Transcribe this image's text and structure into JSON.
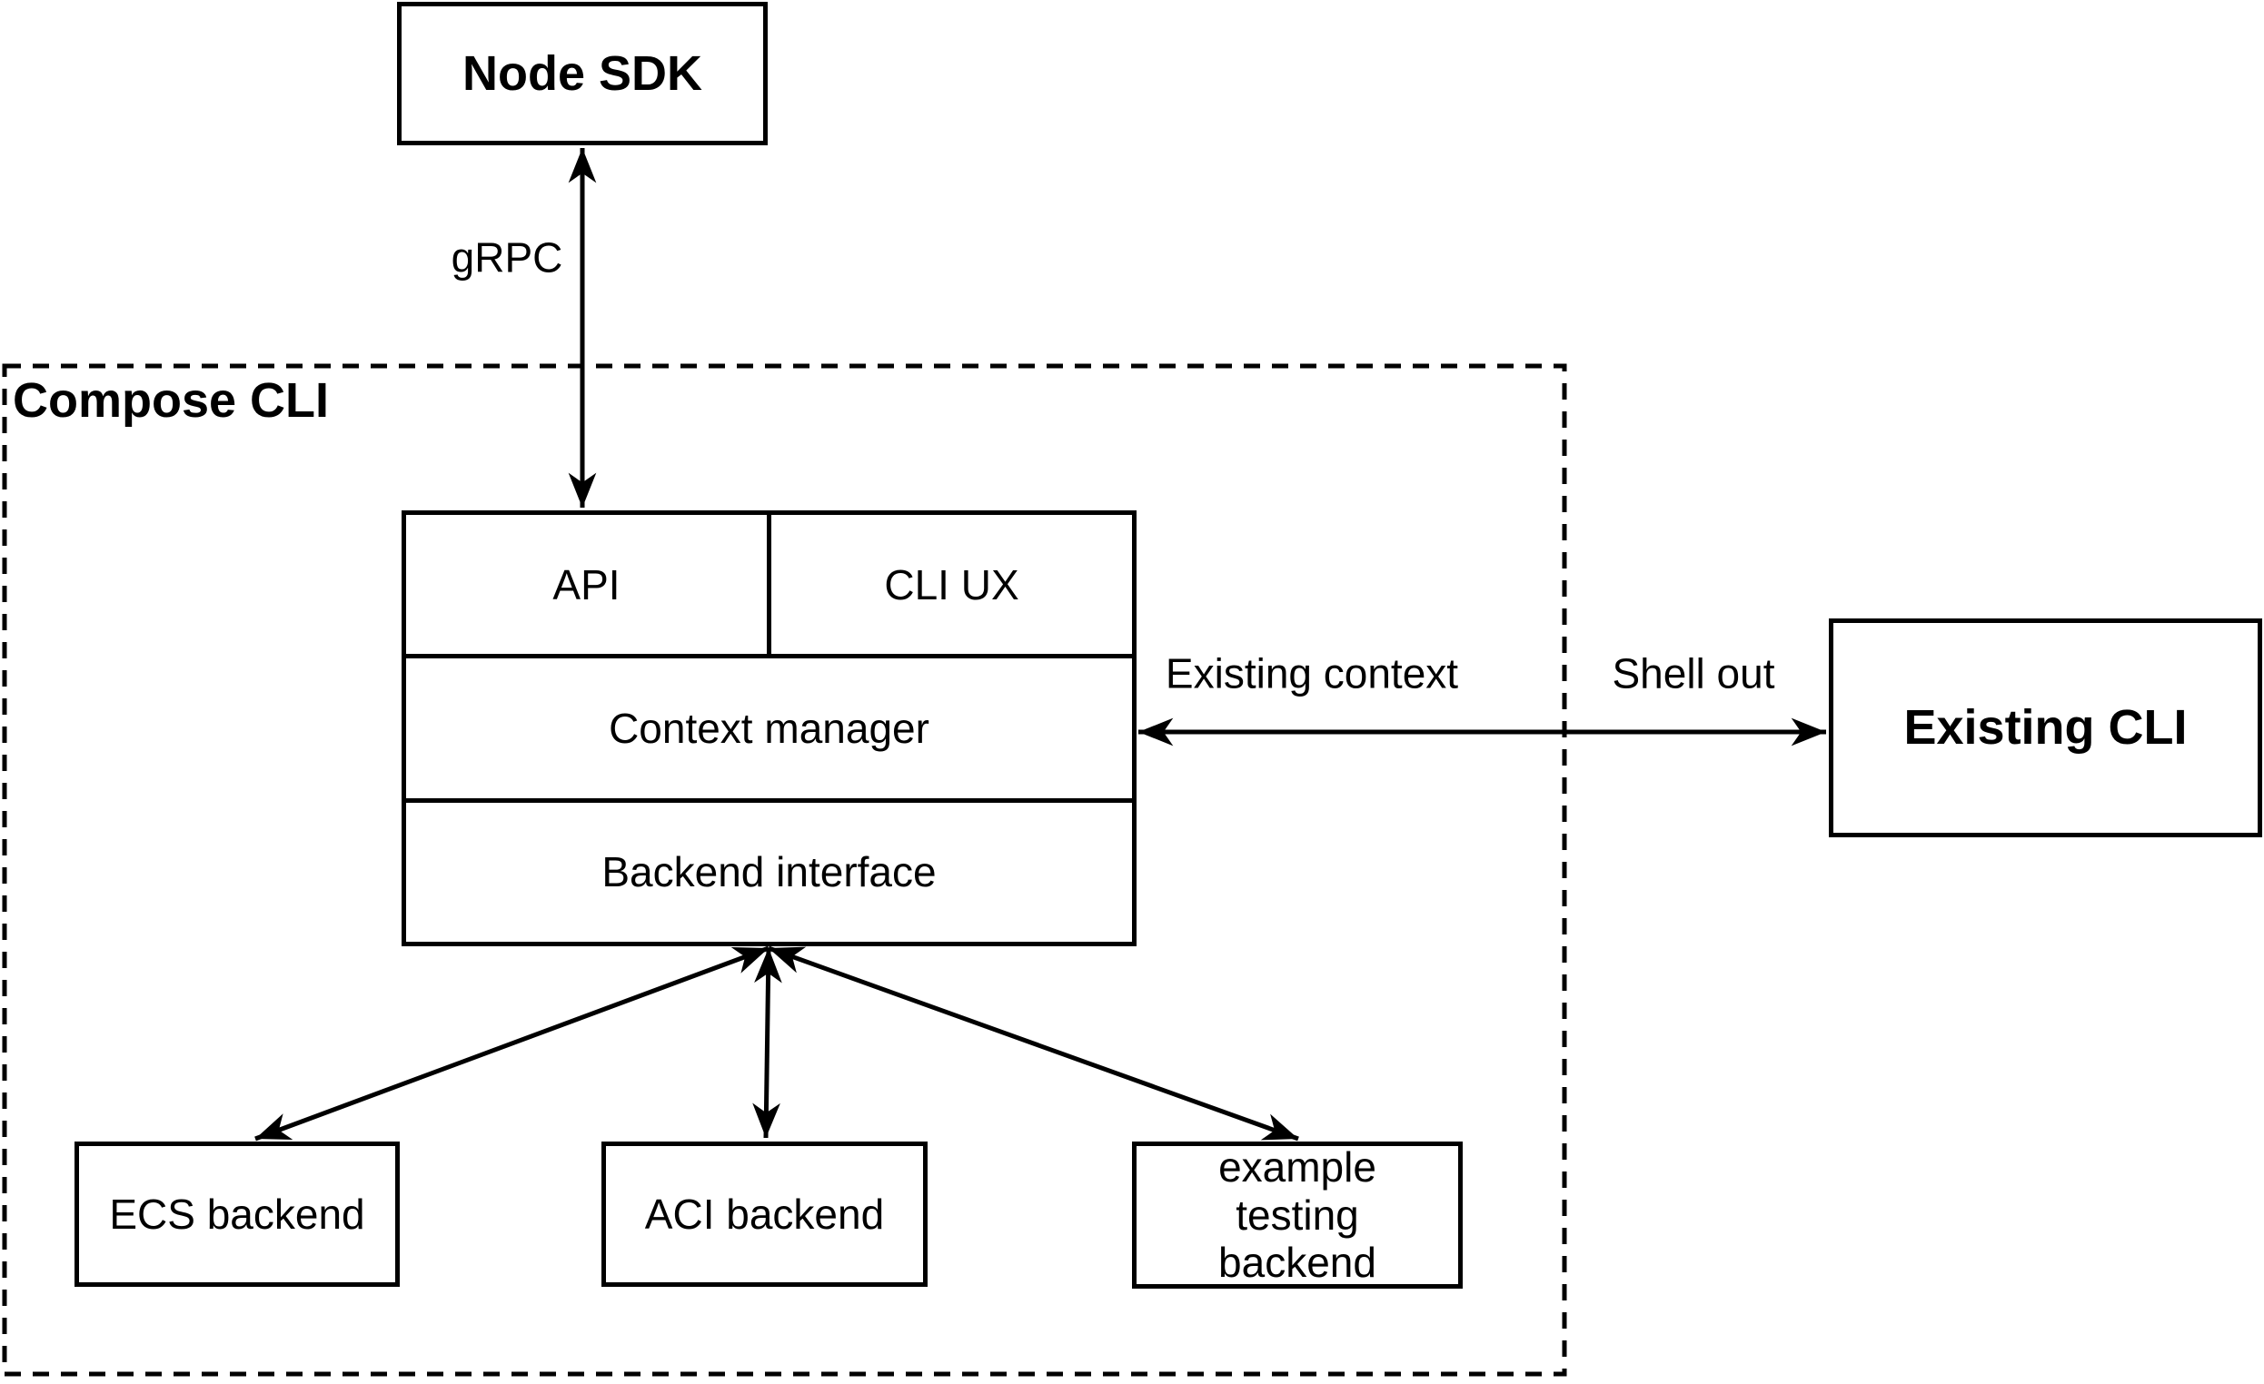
{
  "canvas": {
    "background": "#ffffff",
    "stroke_color": "#000000"
  },
  "container": {
    "label": "Compose CLI"
  },
  "nodes": {
    "node_sdk": {
      "label": "Node SDK"
    },
    "api": {
      "label": "API"
    },
    "cli_ux": {
      "label": "CLI UX"
    },
    "context_manager": {
      "label": "Context manager"
    },
    "backend_interface": {
      "label": "Backend interface"
    },
    "ecs_backend": {
      "label": "ECS backend"
    },
    "aci_backend": {
      "label": "ACI backend"
    },
    "example_testing_backend": {
      "label": "example testing backend"
    },
    "existing_cli": {
      "label": "Existing CLI"
    }
  },
  "edge_labels": {
    "grpc": "gRPC",
    "existing_context": "Existing context",
    "shell_out": "Shell out"
  }
}
